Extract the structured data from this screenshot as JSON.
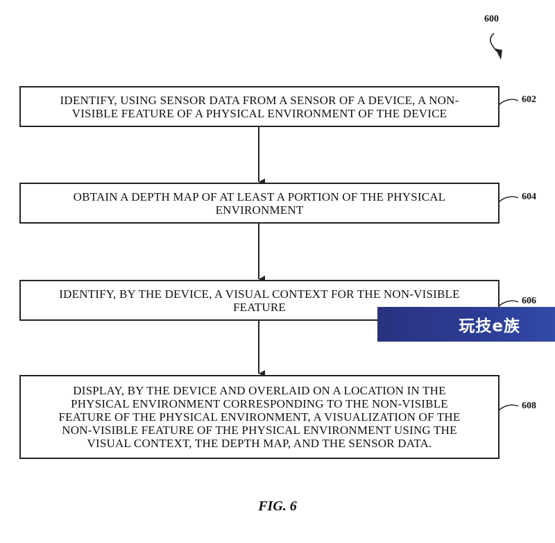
{
  "figure": {
    "number_label": "600",
    "caption": "FIG. 6"
  },
  "steps": [
    {
      "ref": "602",
      "lines": [
        "IDENTIFY, USING SENSOR DATA FROM A SENSOR OF A DEVICE, A NON-",
        "VISIBLE FEATURE OF A PHYSICAL ENVIRONMENT OF THE DEVICE"
      ]
    },
    {
      "ref": "604",
      "lines": [
        "OBTAIN A DEPTH MAP OF AT LEAST A PORTION OF THE PHYSICAL",
        "ENVIRONMENT"
      ]
    },
    {
      "ref": "606",
      "lines": [
        "IDENTIFY, BY THE DEVICE, A VISUAL CONTEXT FOR THE NON-VISIBLE",
        "FEATURE"
      ]
    },
    {
      "ref": "608",
      "lines": [
        "DISPLAY, BY THE DEVICE AND OVERLAID ON A LOCATION IN THE",
        "PHYSICAL ENVIRONMENT CORRESPONDING TO THE NON-VISIBLE",
        "FEATURE OF THE PHYSICAL ENVIRONMENT, A VISUALIZATION OF THE",
        "NON-VISIBLE FEATURE OF THE PHYSICAL ENVIRONMENT USING THE",
        "VISUAL CONTEXT, THE DEPTH MAP, AND THE SENSOR DATA."
      ]
    }
  ],
  "watermark": {
    "text": "玩技e族"
  }
}
